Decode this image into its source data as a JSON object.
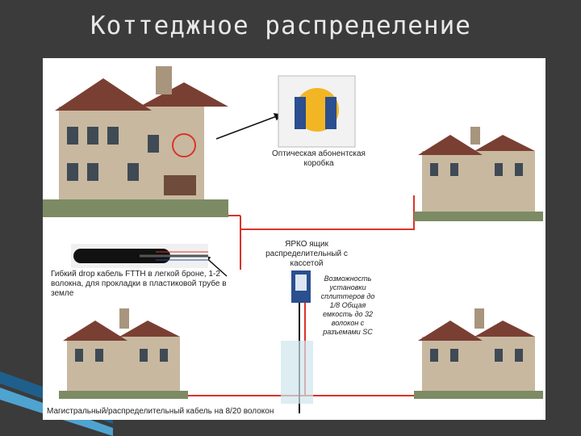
{
  "title": "Коттеджное распределение",
  "labels": {
    "optical_box": "Оптическая абонентская коробка",
    "drop_cable": "Гибкий drop кабель FTTH в легкой броне, 1-2 волокна, для прокладки в пластиковой трубе в земле",
    "yarko_title": "ЯРКО ящик распределительный с кассетой",
    "yarko_note": "Возможность установки сплиттеров до 1/8 Общая емкость до 32 волокон с разъемами SC",
    "trunk_cable": "Магистральный/распределительный кабель на 8/20 волокон"
  },
  "colors": {
    "background": "#3b3b3b",
    "canvas": "#ffffff",
    "fiber_line": "#d9342b",
    "title_text": "#e8e8e8",
    "accent": "#2a6f9e"
  }
}
